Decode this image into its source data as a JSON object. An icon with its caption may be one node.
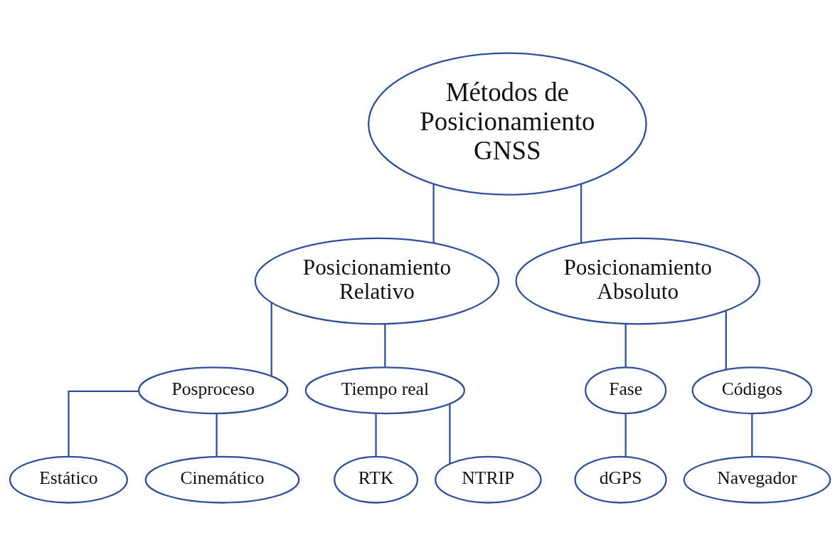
{
  "diagram": {
    "nodes": [
      {
        "text": [
          "Métodos de Posicionamiento GNSS"
        ]
      },
      {
        "text": [
          "Posicionamiento Relativo"
        ]
      },
      {
        "text": [
          "Posicionamiento Absoluto"
        ]
      },
      {
        "text": [
          "Posproceso"
        ]
      },
      {
        "text": [
          "Tiempo real"
        ]
      },
      {
        "text": [
          "Fase"
        ]
      },
      {
        "text": [
          "Códigos"
        ]
      },
      {
        "text": [
          "Estático"
        ]
      },
      {
        "text": [
          "Cinemático"
        ]
      },
      {
        "text": [
          "RTK"
        ]
      },
      {
        "text": [
          "NTRIP"
        ]
      },
      {
        "text": [
          "dGPS"
        ]
      },
      {
        "text": [
          "Navegador"
        ]
      }
    ],
    "edges": [
      {
        "from": 0,
        "to": 1,
        "arrow": "none"
      },
      {
        "from": 0,
        "to": 2,
        "arrow": "none"
      },
      {
        "from": 1,
        "to": 3,
        "arrow": "none"
      },
      {
        "from": 1,
        "to": 4,
        "arrow": "none"
      },
      {
        "from": 2,
        "to": 5,
        "arrow": "none"
      },
      {
        "from": 2,
        "to": 6,
        "arrow": "none"
      },
      {
        "from": 3,
        "to": 7,
        "arrow": "none"
      },
      {
        "from": 3,
        "to": 8,
        "arrow": "none"
      },
      {
        "from": 4,
        "to": 9,
        "arrow": "none"
      },
      {
        "from": 4,
        "to": 10,
        "arrow": "none"
      },
      {
        "from": 5,
        "to": 11,
        "arrow": "none"
      },
      {
        "from": 6,
        "to": 12,
        "arrow": "none"
      }
    ]
  }
}
